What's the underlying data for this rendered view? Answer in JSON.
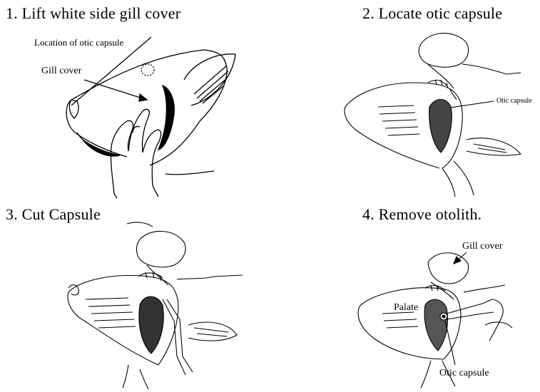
{
  "steps": [
    {
      "title": "1. Lift white side gill cover",
      "labels": {
        "otic": "Location of otic capsule",
        "gill": "Gill cover"
      }
    },
    {
      "title": "2. Locate otic capsule",
      "labels": {
        "otic": "Otic capsule"
      }
    },
    {
      "title": "3. Cut Capsule",
      "labels": {}
    },
    {
      "title": "4. Remove otolith.",
      "labels": {
        "gill": "Gill cover",
        "palate": "Palate",
        "otic": "Otic capsule"
      }
    }
  ],
  "icons": {
    "step1": "fish-head-with-hand-illustration",
    "step2": "opened-fish-head-illustration",
    "step3": "cut-capsule-illustration",
    "step4": "otolith-removal-with-tweezers-illustration"
  }
}
